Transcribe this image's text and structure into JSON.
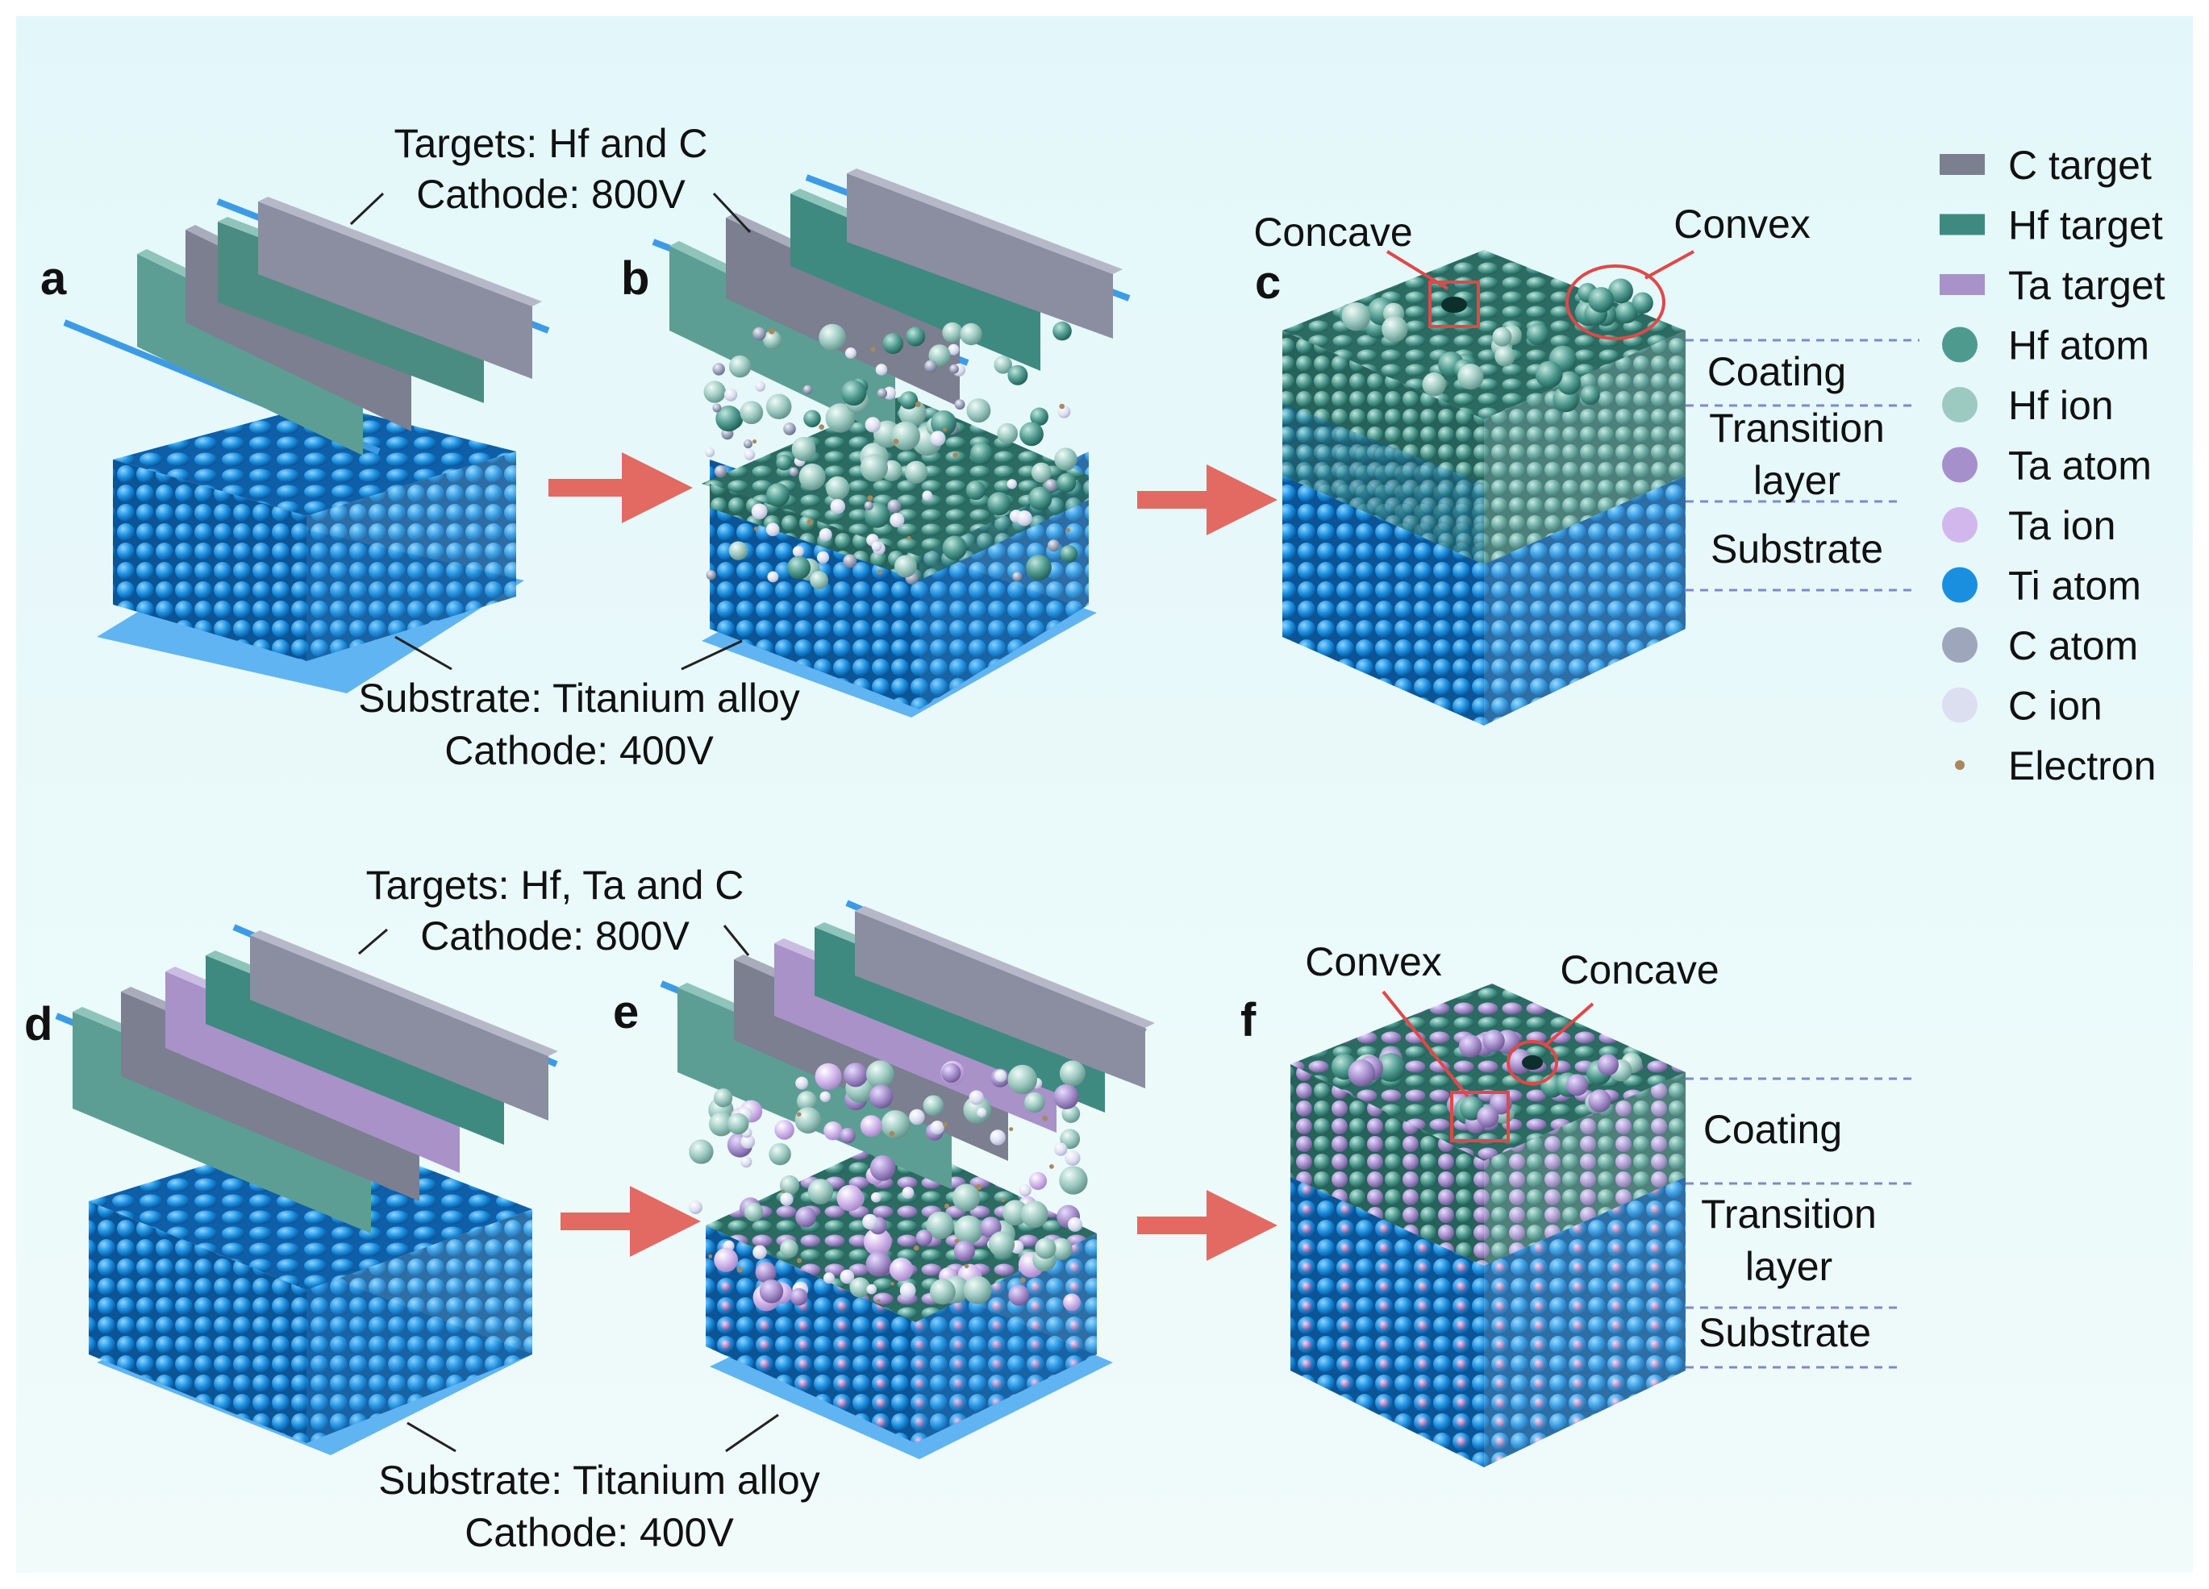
{
  "panels": {
    "a": "a",
    "b": "b",
    "c": "c",
    "d": "d",
    "e": "e",
    "f": "f"
  },
  "top_row": {
    "targets_label": "Targets: Hf and C",
    "target_cathode": "Cathode: 800V",
    "substrate_label": "Substrate: Titanium alloy",
    "substrate_cathode": "Cathode: 400V",
    "concave": "Concave",
    "convex": "Convex",
    "layers": {
      "coating": "Coating",
      "transition_1": "Transition",
      "transition_2": "layer",
      "substrate": "Substrate"
    }
  },
  "bottom_row": {
    "targets_label": "Targets: Hf, Ta and C",
    "target_cathode": "Cathode: 800V",
    "substrate_label": "Substrate: Titanium alloy",
    "substrate_cathode": "Cathode: 400V",
    "convex": "Convex",
    "concave": "Concave",
    "layers": {
      "coating": "Coating",
      "transition_1": "Transition",
      "transition_2": "layer",
      "substrate": "Substrate"
    }
  },
  "legend": [
    {
      "label": "C target",
      "kind": "rect",
      "color": "#7b7f8f"
    },
    {
      "label": "Hf target",
      "kind": "rect",
      "color": "#3e8a80"
    },
    {
      "label": "Ta target",
      "kind": "rect",
      "color": "#a892c8"
    },
    {
      "label": "Hf atom",
      "kind": "circle",
      "color": "#4f9a8f"
    },
    {
      "label": "Hf ion",
      "kind": "circle",
      "color": "#9cc9c0"
    },
    {
      "label": "Ta atom",
      "kind": "circle",
      "color": "#a690cc"
    },
    {
      "label": "Ta ion",
      "kind": "circle",
      "color": "#d2b7ec"
    },
    {
      "label": "Ti atom",
      "kind": "circle",
      "color": "#1a8fe0"
    },
    {
      "label": "C atom",
      "kind": "circle",
      "color": "#9ea6bc"
    },
    {
      "label": "C ion",
      "kind": "circle",
      "color": "#dcdff0"
    },
    {
      "label": "Electron",
      "kind": "dot",
      "color": "#a8885c"
    }
  ],
  "colors": {
    "background_top": "#e3f7fa",
    "background_bottom": "#f0fbfa",
    "arrow": "#e36a62",
    "marker": "#e04848",
    "dashed": "#8088cc",
    "c_target": "#7b7f8f",
    "hf_target": "#3e8a80",
    "ta_target": "#a892c8",
    "ti": "#1a8fe0",
    "hf": "#4f9a8f",
    "hf_ion": "#9cc9c0",
    "ta": "#a690cc",
    "c_atom": "#9ea6bc",
    "electron": "#a8885c"
  }
}
